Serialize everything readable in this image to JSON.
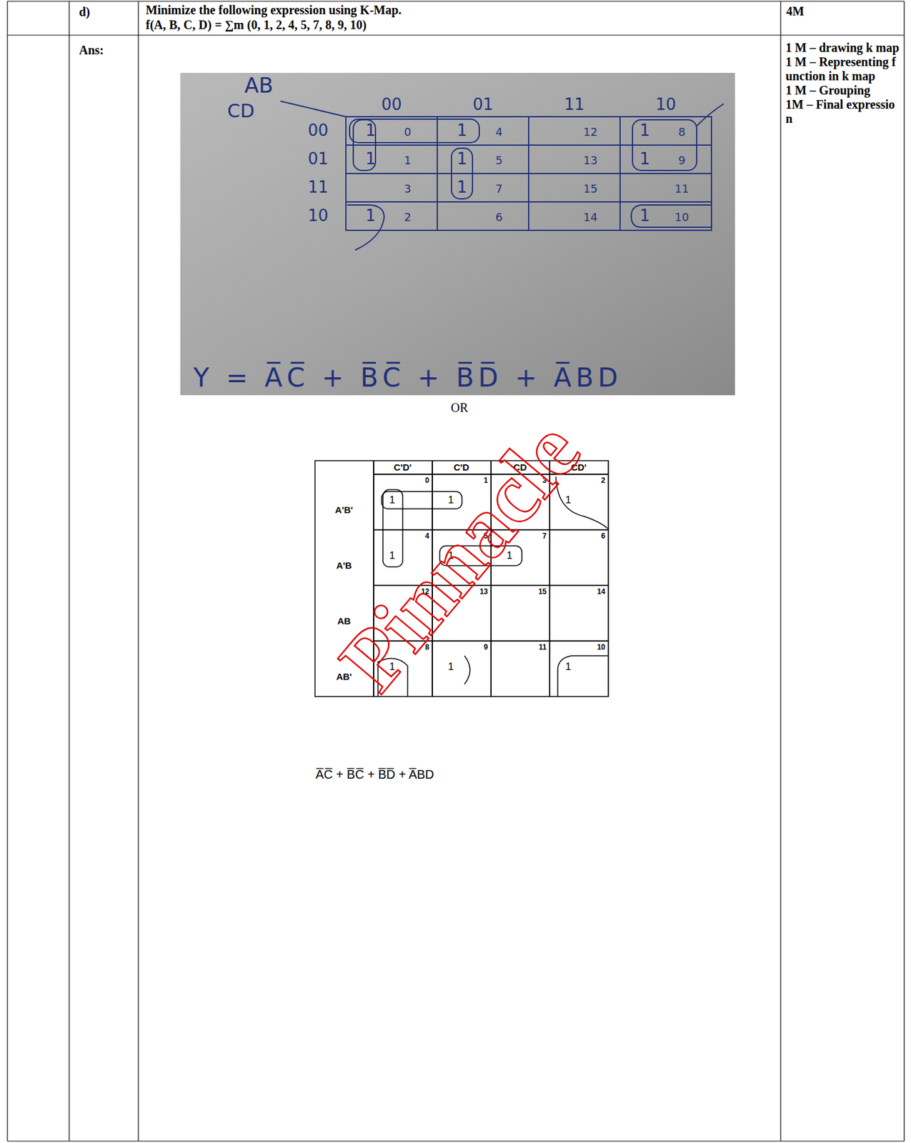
{
  "diagram": {
    "labels": [
      "d)",
      "Minimize the following expression using K-Map.",
      "f(A, B, C, D) = ∑m (0, 1, 2, 4, 5, 7, 8, 9, 10)",
      "4M",
      "Ans:",
      "1 M – drawing k map",
      "1 M – Representing function in k map",
      "1 M – Grouping",
      "1M – Final expression",
      "AB",
      "CD",
      "00",
      "01",
      "11",
      "10",
      "00",
      "01",
      "11",
      "10",
      "1",
      "0",
      "1",
      "4",
      "12",
      "1",
      "8",
      "1",
      "1",
      "1",
      "5",
      "13",
      "1",
      "9",
      "3",
      "1",
      "7",
      "15",
      "11",
      "1",
      "2",
      "6",
      "14",
      "1",
      "10",
      "Y = A̅C̅ + B̅C̅ + B̅D̅ + A̅BD",
      "OR",
      "C'D'",
      "C'D",
      "CD",
      "CD'",
      "A'B'",
      "A'B",
      "AB",
      "AB'",
      "1",
      "0",
      "1",
      "1",
      "3",
      "1",
      "2",
      "1",
      "4",
      "1",
      "5",
      "1",
      "7",
      "6",
      "12",
      "13",
      "15",
      "14",
      "1",
      "8",
      "1",
      "9",
      "11",
      "1",
      "10",
      "A̅C̅ + B̅C̅ + B̅D̅ + A̅BD",
      "Pinnacle"
    ]
  }
}
